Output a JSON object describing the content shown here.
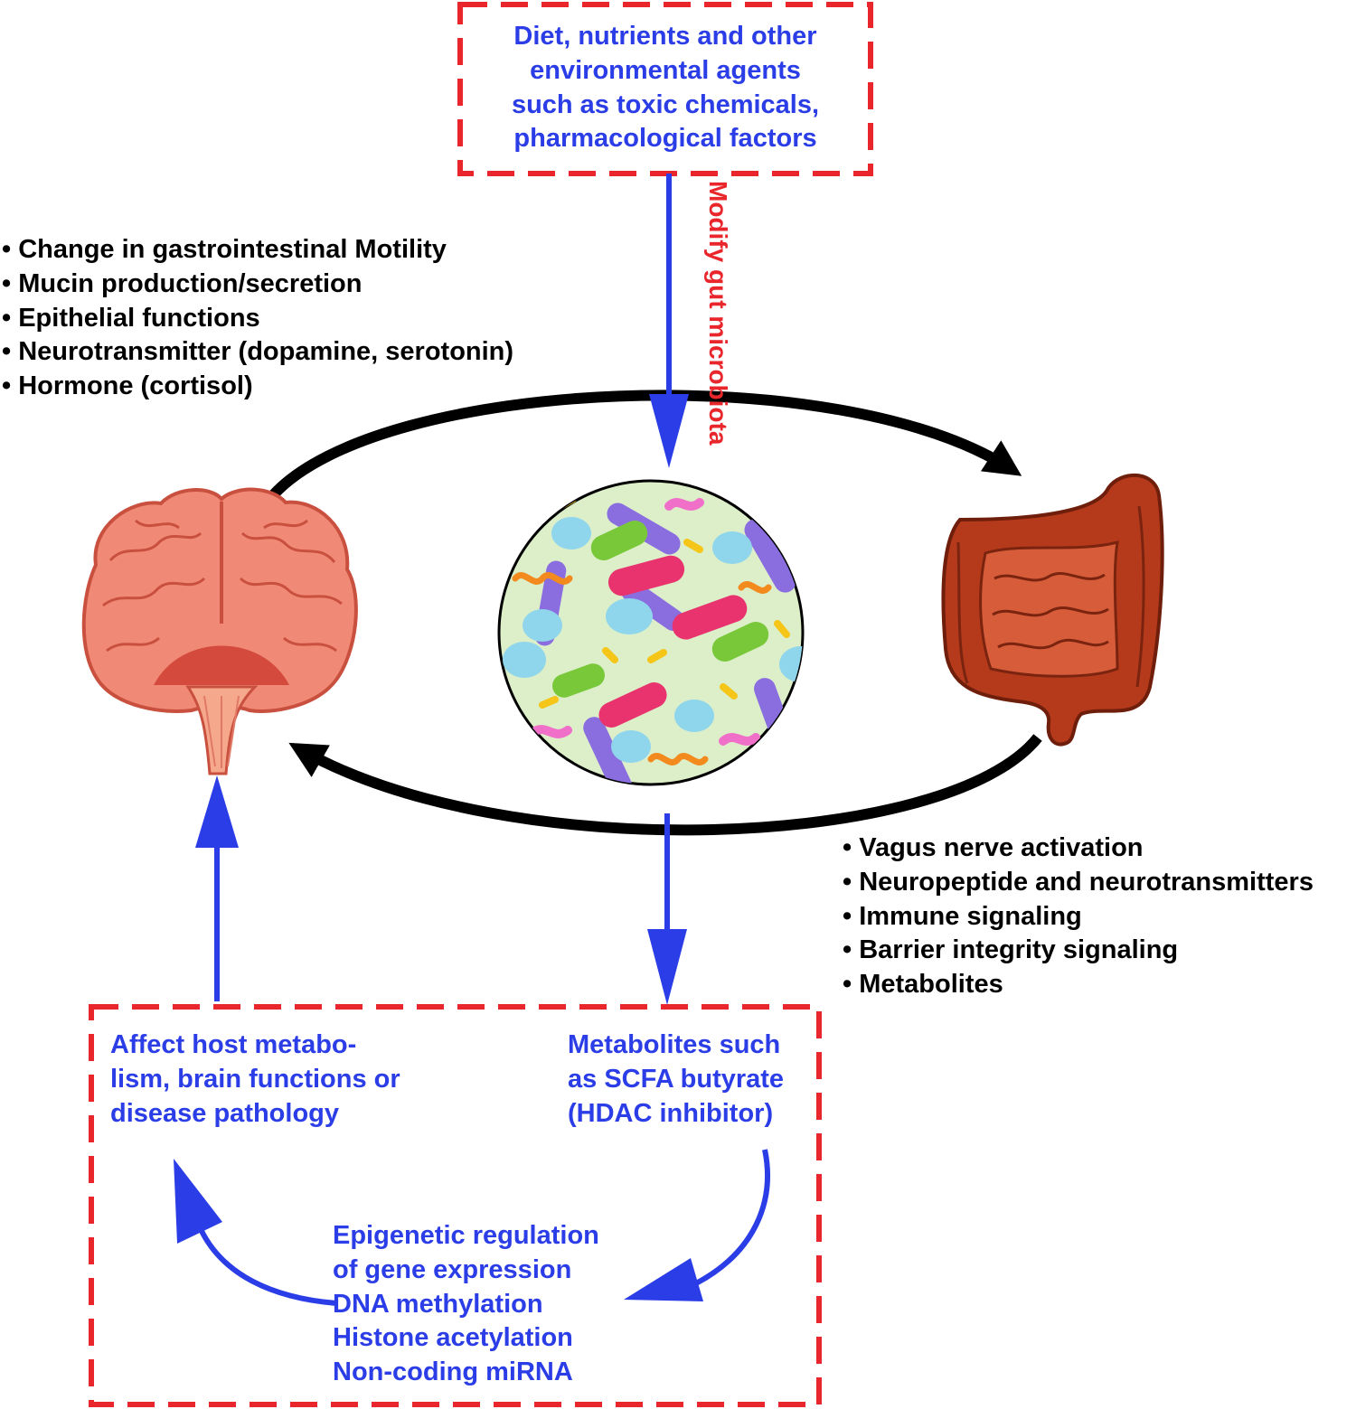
{
  "top_box": {
    "lines": [
      "Diet, nutrients and other",
      "environmental agents",
      "such as toxic chemicals,",
      "pharmacological factors"
    ]
  },
  "vertical_label": "Modify gut microbiota",
  "brain_effects": [
    "Change in gastrointestinal Motility",
    "Mucin production/secretion",
    "Epithelial functions",
    "Neurotransmitter (dopamine, serotonin)",
    "Hormone (cortisol)"
  ],
  "gut_signals": [
    "Vagus nerve activation",
    "Neuropeptide and neurotransmitters",
    "Immune signaling",
    "Barrier integrity signaling",
    "Metabolites"
  ],
  "bottom_box": {
    "host_effect": [
      "Affect host metabo-",
      "lism, brain functions or",
      "disease pathology"
    ],
    "metabolites": [
      "Metabolites such",
      "as SCFA butyrate",
      "(HDAC inhibitor)"
    ],
    "epigenetic": [
      "Epigenetic regulation",
      "of gene expression",
      "DNA methylation",
      "Histone acetylation",
      "Non-coding miRNA"
    ]
  },
  "colors": {
    "accent_blue": "#2b3de6",
    "dashed_red": "#e8262c",
    "cycle_arrow": "#000000",
    "microbiota_bg": "#dcefc9",
    "brain": "#f08a76",
    "gut": "#b53a1b"
  },
  "icons": [
    "brain-icon",
    "gut-microbiota-icon",
    "intestine-icon"
  ]
}
